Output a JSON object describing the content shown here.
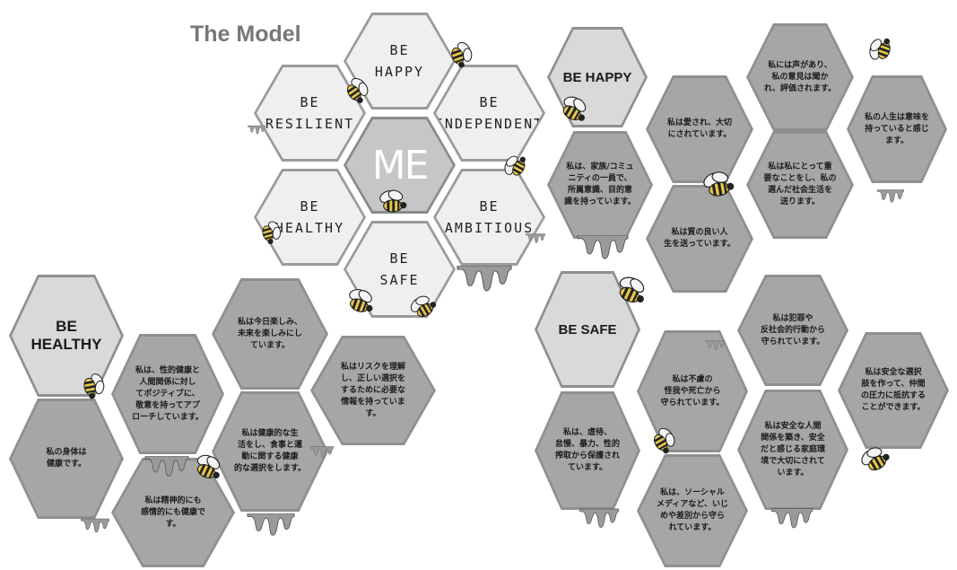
{
  "title": "The Model",
  "model": {
    "center": "ME",
    "petals": {
      "happy": "BE\nHAPPY",
      "independent": "BE\nINDEPENDENT",
      "ambitious": "BE\nAMBITIOUS",
      "safe": "BE\nSAFE",
      "healthy": "BE\nHEALTHY",
      "resilient": "BE\nRESILIENT"
    }
  },
  "be_happy": {
    "heading": "BE HAPPY",
    "cells": [
      "私は愛され、大切\nにされています。",
      "私には声があり、\n私の意見は聞か\nれ、評価されます。",
      "私の人生は意味を\n持っていると感じ\nます。",
      "私は、家族/コミュ\nニティの一員で、\n所属意識、目的意\n識を持っています。",
      "私は私にとって重\n要なことをし、私の\n選んだ社会生活を\n送ります。",
      "私は質の良い人\n生を送っています。"
    ]
  },
  "be_healthy": {
    "heading": "BE\nHEALTHY",
    "cells": [
      "私は今日楽しみ、\n未来を楽しみにし\nています。",
      "私は、性的健康と\n人間関係に対し\nてポジティブに、\n敬意を持ってアプ\nローチしています。",
      "私はリスクを理解\nし、正しい選択を\nするために必要な\n情報を持っていま\nす。",
      "私の身体は\n健康です。",
      "私は健康的な生\n活をし、食事と運\n動に関する健康\n的な選択をします。",
      "私は精神的にも\n感情的にも健康で\nす。"
    ]
  },
  "be_safe": {
    "heading": "BE SAFE",
    "cells": [
      "私は犯罪や\n反社会的行動から\n守られています。",
      "私は不慮の\n怪我や死亡から\n守られています。",
      "私は安全な選択\n肢を作って、仲間\nの圧力に抵抗する\nことができます。",
      "私は、虐待、\n怠慢、暴力、性的\n搾取から保護され\nています。",
      "私は安全な人間\n関係を築き、安全\nだと感じる家庭環\n境で大切にされて\nいます。",
      "私は、ソーシャル\nメディアなど、いじ\nめや差別から守ら\nれています。"
    ]
  },
  "icons": [
    "bee-icon",
    "honey-drip-icon"
  ],
  "colors": {
    "dark_cell": "#a6a6a6",
    "light_cell": "#d9d9d9",
    "model_cell": "#efefef",
    "me_cell": "#c6c6c6",
    "title": "#777777"
  }
}
